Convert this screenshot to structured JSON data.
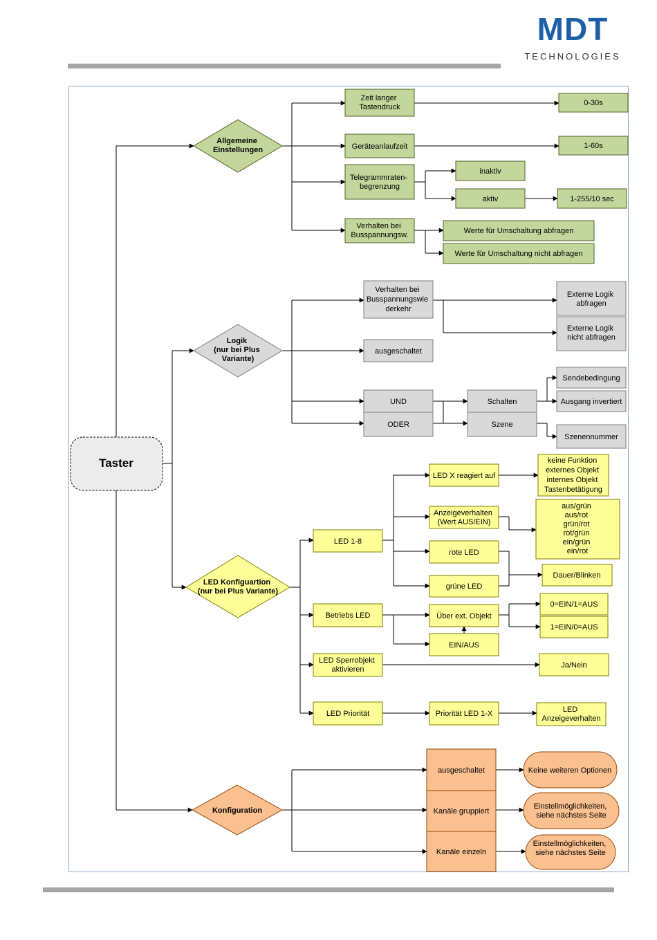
{
  "header": {
    "logo_text": "MDT",
    "logo_sub": "TECHNOLOGIES",
    "brand_color": "#1f5fa8"
  },
  "colors": {
    "green": "#c3d69b",
    "green_border": "#4f6228",
    "gray": "#d9d9d9",
    "yellow": "#ffff99",
    "orange": "#fac090",
    "taster_fill": "#ececec",
    "rule": "#a6a6a6"
  },
  "diagram": {
    "root": "Taster",
    "allgemein": {
      "label": [
        "Allgemeine",
        "Einstellungen"
      ],
      "zeit": [
        "Zeit langer",
        "Tastendruck"
      ],
      "zeit_val": "0-30s",
      "anlauf": "Geräteanlaufzeit",
      "anlauf_val": "1-60s",
      "telegramm": [
        "Telegrammraten-",
        "begrenzung"
      ],
      "inaktiv": "inaktiv",
      "aktiv": "aktiv",
      "aktiv_val": "1-255/10 sec",
      "verhalten": [
        "Verhalten bei",
        "Busspannungsw."
      ],
      "werte_ab": "Werte für Umschaltung abfragen",
      "werte_nicht": "Werte für Umschaltung nicht abfragen"
    },
    "logik": {
      "label": [
        "Logik",
        "(nur bei Plus",
        "Variante)"
      ],
      "verhalten": [
        "Verhalten bei",
        "Busspannungswie",
        "derkehr"
      ],
      "ext_ab": [
        "Externe Logik",
        "abfragen"
      ],
      "ext_nicht": [
        "Externe Logik",
        "nicht abfragen"
      ],
      "aus": "ausgeschaltet",
      "und": "UND",
      "oder": "ODER",
      "schalten": "Schalten",
      "szene": "Szene",
      "sende": "Sendebedingung",
      "ausgang": "Ausgang invertiert",
      "szenennr": "Szenennummer"
    },
    "led": {
      "label": [
        "LED Konfiguartion",
        "(nur bei Plus Variante)"
      ],
      "led18": "LED 1-8",
      "reagiert": "LED X reagiert auf",
      "reagiert_opts": [
        "keine Funktion",
        "externes Objekt",
        "internes Objekt",
        "Tastenbetätigung"
      ],
      "anzeige": [
        "Anzeigeverhalten",
        "(Wert AUS/EIN)"
      ],
      "anzeige_opts": [
        "aus/grün",
        "aus/rot",
        "grün/rot",
        "rot/grün",
        "ein/grün",
        "ein/rot"
      ],
      "rote": "rote LED",
      "gruene": "grüne LED",
      "dauer": "Dauer/Blinken",
      "betriebs": "Betriebs LED",
      "ueber": "Über ext. Objekt",
      "einaus": "EIN/AUS",
      "ein1": "0=EIN/1=AUS",
      "ein2": "1=EIN/0=AUS",
      "sperr": [
        "LED Sperrobjekt",
        "aktivieren"
      ],
      "janein": "Ja/Nein",
      "prio": "LED Priorität",
      "prio_x": "Priorität LED 1-X",
      "prio_val": [
        "LED",
        "Anzeigeverhalten"
      ]
    },
    "konfig": {
      "label": "Konfiguration",
      "aus": "ausgeschaltet",
      "keine": "Keine weiteren Optionen",
      "grupp": "Kanäle gruppiert",
      "grupp_val": [
        "Einstellmöglichkeiten,",
        "siehe nächstes Seite"
      ],
      "einzeln": "Kanäle einzeln",
      "einzeln_val": [
        "Einstellmöglichkeiten,",
        "siehe nächstes Seite"
      ]
    }
  }
}
